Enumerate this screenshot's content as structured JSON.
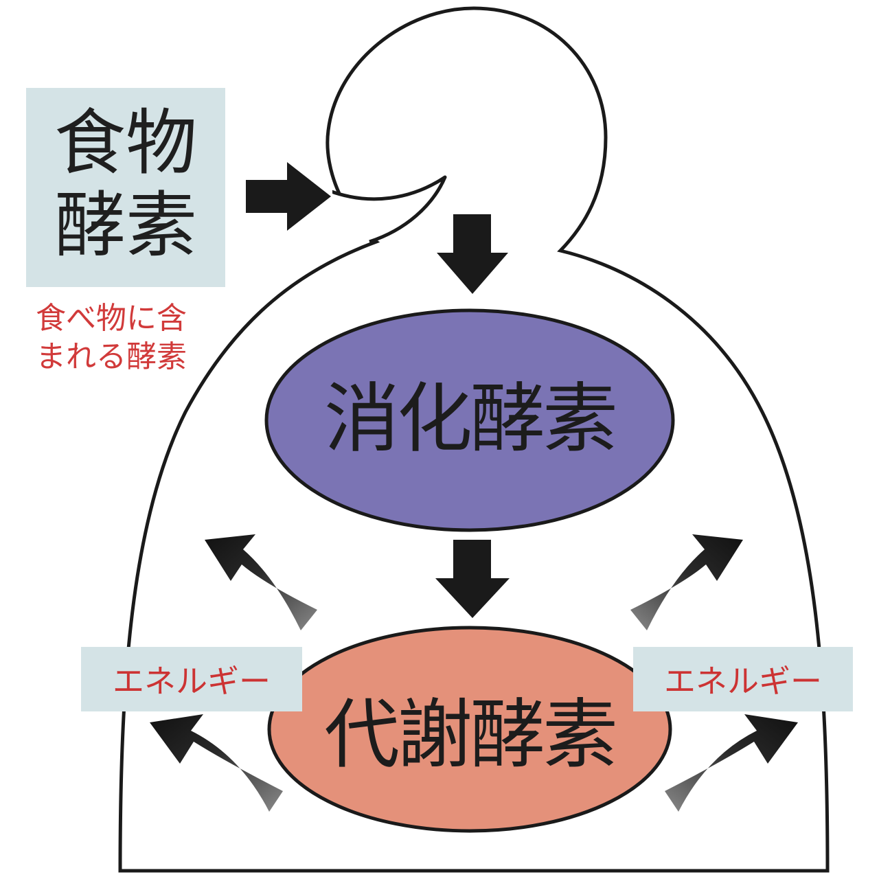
{
  "food_enzyme": {
    "label": "食物\n酵素",
    "note": "食べ物に含\nまれる酵素"
  },
  "digestive_enzyme": {
    "label": "消化酵素",
    "color": "#7b74b4"
  },
  "metabolic_enzyme": {
    "label": "代謝酵素",
    "color": "#e4917a"
  },
  "energy_left": {
    "label": "エネルギー"
  },
  "energy_right": {
    "label": "エネルギー"
  },
  "colors": {
    "box_bg": "#d4e3e6",
    "note_red": "#d13a3a",
    "outline": "#1a1a1a"
  }
}
